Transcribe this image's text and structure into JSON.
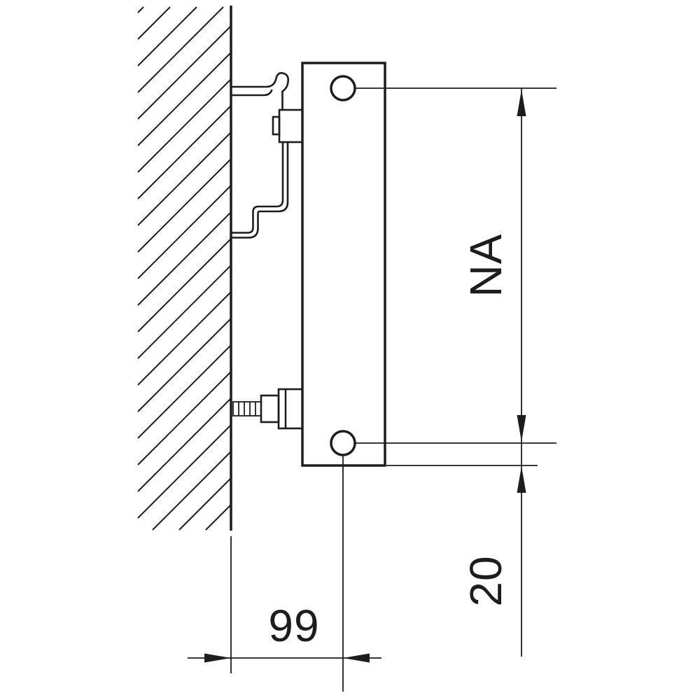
{
  "diagram": {
    "type": "technical-drawing",
    "dimension_labels": {
      "pipe_spacing_vertical": "NA",
      "pipe_to_bottom_offset": "20",
      "wall_to_pipe_axis": "99"
    }
  },
  "colors": {
    "line": "#1d1d1b",
    "background": "#ffffff"
  }
}
